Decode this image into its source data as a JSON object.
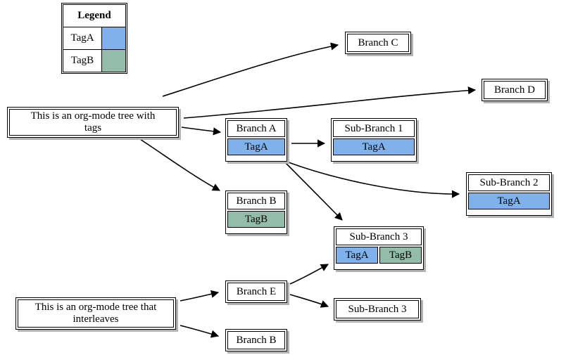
{
  "diagram": {
    "type": "graph",
    "title": "org-mode tree with tags",
    "background": "#ffffff",
    "edge_color": "#000000",
    "node_border_color": "#000000",
    "node_fill": "#ffffff",
    "shadow_color": "#b4b4b4"
  },
  "colors": {
    "tagA": "#7fb2ea",
    "tagB": "#93bcab"
  },
  "legend": {
    "header": "Legend",
    "rows": [
      {
        "name": "TagA",
        "color": "#7fb2ea"
      },
      {
        "name": "TagB",
        "color": "#93bcab"
      }
    ]
  },
  "nodes": {
    "root1": {
      "label": "This is an org-mode tree with\ntags"
    },
    "branch_c": {
      "label": "Branch C"
    },
    "branch_d": {
      "label": "Branch D"
    },
    "branch_a": {
      "label": "Branch A",
      "tags": [
        "TagA"
      ]
    },
    "branch_b": {
      "label": "Branch B",
      "tags": [
        "TagB"
      ]
    },
    "sub_branch_1": {
      "label": "Sub-Branch 1",
      "tags": [
        "TagA"
      ]
    },
    "sub_branch_2": {
      "label": "Sub-Branch 2",
      "tags": [
        "TagA"
      ]
    },
    "sub_branch_3_tagged": {
      "label": "Sub-Branch 3",
      "tags": [
        "TagA",
        "TagB"
      ]
    },
    "root2": {
      "label": "This is an org-mode tree that\ninterleaves"
    },
    "branch_e": {
      "label": "Branch E"
    },
    "branch_b2": {
      "label": "Branch B"
    },
    "sub_branch_3_plain": {
      "label": "Sub-Branch 3"
    }
  },
  "tag_labels": {
    "tagA": "TagA",
    "tagB": "TagB"
  },
  "edges": [
    {
      "from": "root1",
      "to": "branch_c"
    },
    {
      "from": "root1",
      "to": "branch_d"
    },
    {
      "from": "root1",
      "to": "branch_a"
    },
    {
      "from": "root1",
      "to": "branch_b"
    },
    {
      "from": "branch_a",
      "to": "sub_branch_1"
    },
    {
      "from": "branch_a",
      "to": "sub_branch_2"
    },
    {
      "from": "branch_a",
      "to": "sub_branch_3_tagged"
    },
    {
      "from": "root2",
      "to": "branch_e"
    },
    {
      "from": "root2",
      "to": "branch_b2"
    },
    {
      "from": "branch_e",
      "to": "sub_branch_3_tagged"
    },
    {
      "from": "branch_e",
      "to": "sub_branch_3_plain"
    }
  ]
}
